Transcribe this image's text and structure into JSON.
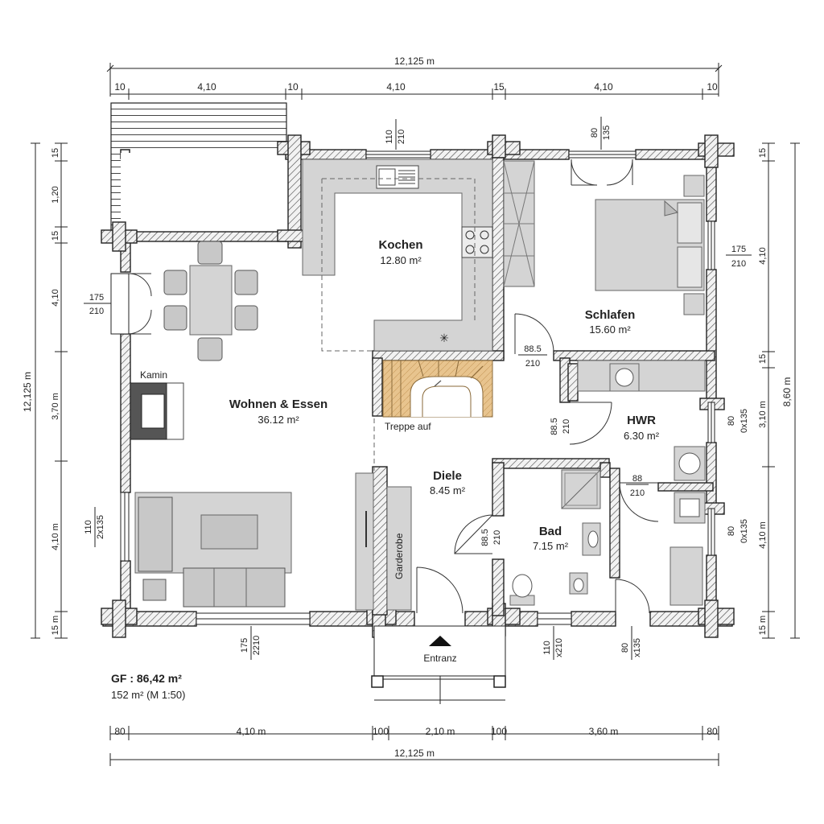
{
  "dimensions": {
    "top_total": "12,125 m",
    "top_segments": [
      "10",
      "4,10",
      "10",
      "4,10",
      "15",
      "4,10",
      "10"
    ],
    "bottom_segments": [
      "80",
      "4,10 m",
      "100",
      "2,10 m",
      "100",
      "3,60 m",
      "80"
    ],
    "bottom_total": "12,125 m",
    "left_total": "12,125 m",
    "left_segments": [
      "15",
      "1,20",
      "15",
      "4,10",
      "3,70 m",
      "4,10 m",
      "15 m"
    ],
    "right_segments": [
      "15",
      "4,10",
      "15",
      "3,10 m",
      "4,10 m",
      "15 m"
    ],
    "right_total": "8,60 m"
  },
  "openings": {
    "kitchen_window": [
      "110",
      "210"
    ],
    "bedroom_window": [
      "80",
      "135"
    ],
    "left_door": [
      "175",
      "210"
    ],
    "left_window": [
      "110",
      "2x135"
    ],
    "right_window_top": [
      "175",
      "210"
    ],
    "right_window_mid": [
      "80",
      "0x135"
    ],
    "right_window_low": [
      "80",
      "0x135"
    ],
    "bottom_window_living": [
      "175",
      "2210"
    ],
    "bottom_window_bad": [
      "110",
      "x210"
    ],
    "bottom_window_hwr": [
      "80",
      "x135"
    ],
    "door_schlafen": [
      "88.5",
      "210"
    ],
    "door_hwr": [
      "88.5",
      "210"
    ],
    "door_bad": [
      "88.5",
      "210"
    ],
    "door_hwr_right": [
      "88",
      "210"
    ]
  },
  "rooms": {
    "kochen": {
      "name": "Kochen",
      "area": "12.80 m²"
    },
    "schlafen": {
      "name": "Schlafen",
      "area": "15.60 m²"
    },
    "wohnen": {
      "name": "Wohnen & Essen",
      "area": "36.12 m²"
    },
    "hwr": {
      "name": "HWR",
      "area": "6.30 m²"
    },
    "diele": {
      "name": "Diele",
      "area": "8.45 m²"
    },
    "bad": {
      "name": "Bad",
      "area": "7.15 m²"
    }
  },
  "labels": {
    "kamin": "Kamin",
    "treppe": "Treppe auf",
    "garderobe": "Garderobe",
    "entranz": "Entranz"
  },
  "summary": {
    "gf": "GF : 86,42 m²",
    "scale": "152 m² (M 1:50)"
  },
  "colors": {
    "wall_fill": "#8a8a8a",
    "furniture": "#d4d4d4",
    "stair": "#e8c48e",
    "line": "#222222"
  }
}
